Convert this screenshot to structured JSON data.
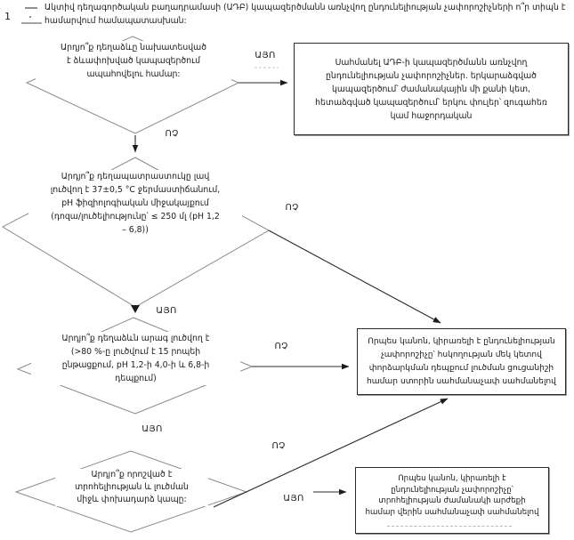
{
  "header": {
    "number": "1",
    "question": "Ակտիվ դեղագործական բաղադրամասի (ԱԴԲ) կապազերծմանն առնչվող ընդունելիության չափորոշիչների ո՞ր տիպն է\nհամարվում համապատասխան:"
  },
  "decisions": [
    "Արդյո՞ք դեղաձևը նախատեսված\nէ ձևափոխված կապազերծում\nապահովելու համար:",
    "Արդյո՞ք դեղապատրաստուկը լավ\nլուծվող է 37±0,5 °C ջերմաստիճանում,\npH ֆիզիոլոգիական միջակայքում\n(դոզա/լուծելիությունը՝ ≤ 250 մլ (pH 1,2\n– 6,8))",
    "Արդյո՞ք դեղաձևն արագ լուծվող է\n(>80 %-ը լուծվում է 15 րոպեի\nընթացքում, pH 1,2-ի 4,0-ի և 6,8-ի\nդեպքում)",
    "Արդյո՞ք որոշված է\nտրոհելիության և լուծման\nմիջև փոխադարձ կապը:"
  ],
  "outcomes": [
    "Սահմանել ԱԴԲ-ի կապազերծմանն առնչվող\nընդունելիության չափորոշիչներ. երկարաձգված\nկապազերծում՝ ժամանակային մի քանի կետ,\nհետաձգված կապազերծում՝ երկու փուլեր՝ զուգահեռ\nկամ հաջորդական",
    "Որպես կանոն, կիրառելի է ընդունելիության\nչափորոշիչը՝ հսկողության մեկ կետով\nփորձարկման դեպքում լուծման ցուցանիշի\nհամար ստորին սահմանաչափ սահմանելով",
    "Որպես կանոն, կիրառելի է\nընդունելիության չափորոշիչը՝\nտրոհելիության ժամանակի արժեքի\nհամար վերին սահմանաչափ սահմանելով"
  ],
  "labels": {
    "yes": "ԱՅՈ",
    "no": "ՈՉ"
  },
  "colors": {
    "background": "#ffffff",
    "text": "#1a1a1a",
    "diamond_border": "#8a8a8a",
    "box_border": "#2b2b2b",
    "arrow": "#2a2a2a"
  }
}
